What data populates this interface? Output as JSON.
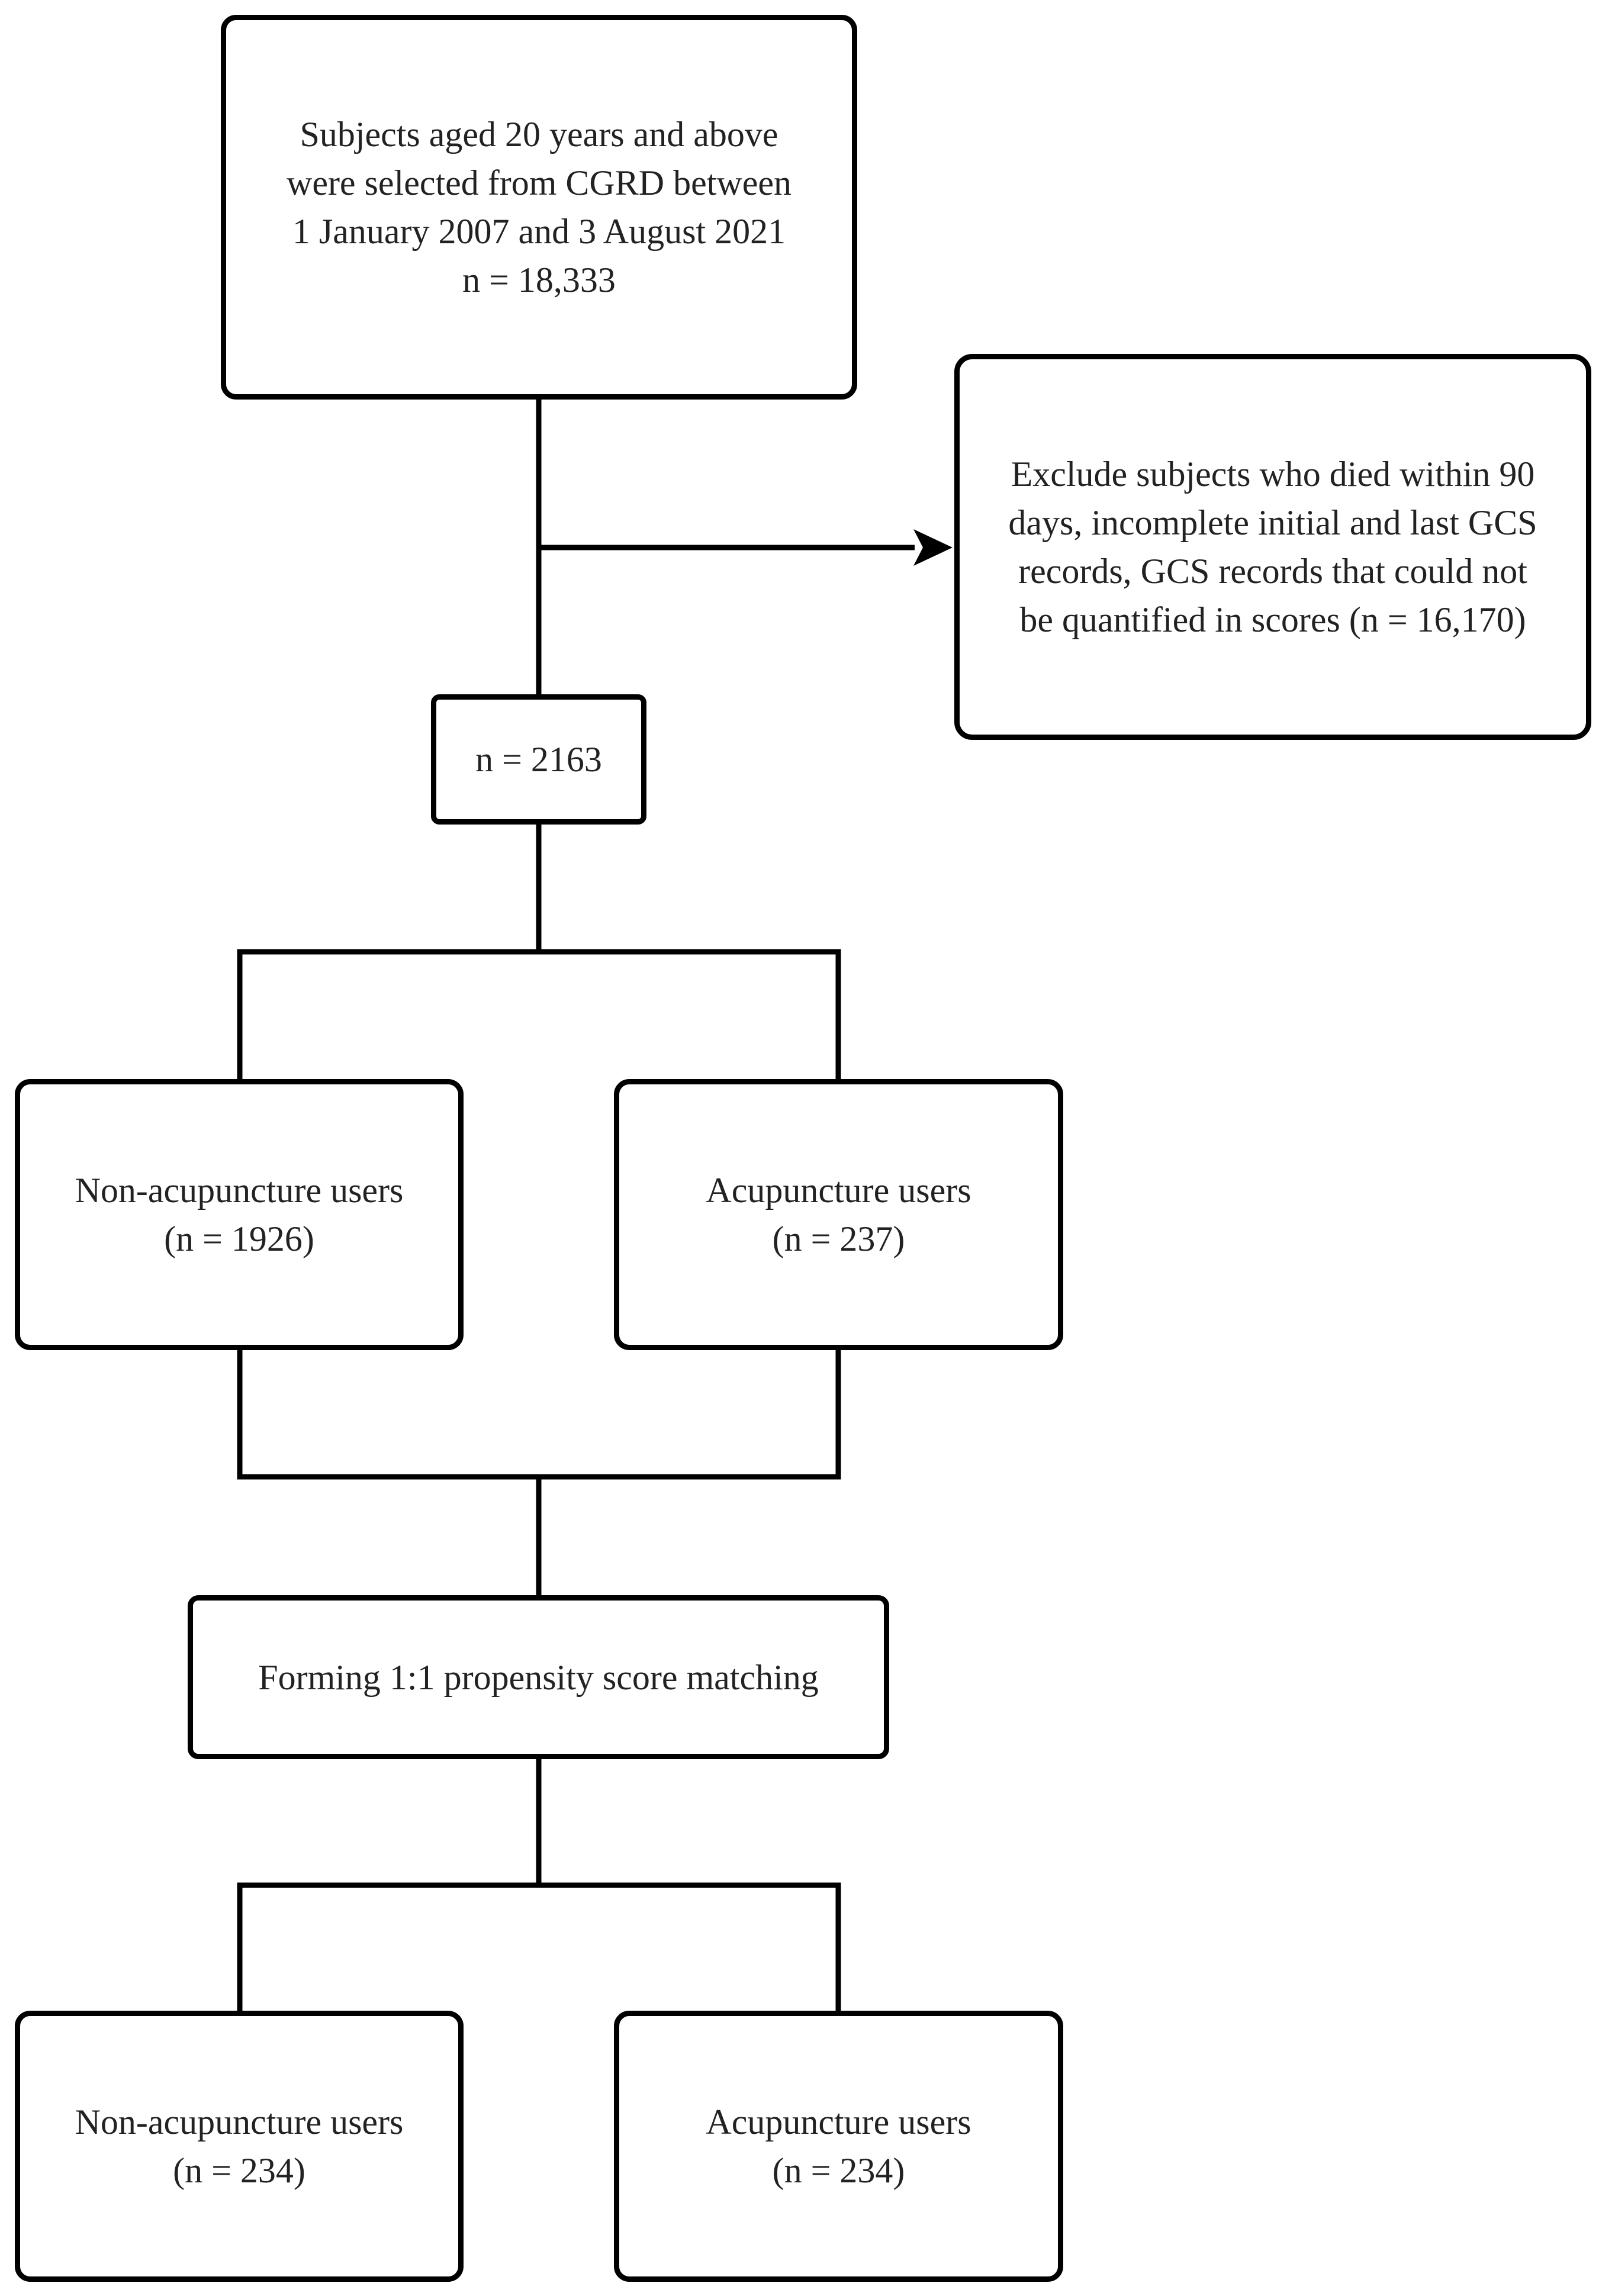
{
  "start": {
    "lines": [
      "Subjects aged 20 years and above",
      "were selected from CGRD between",
      "1 January 2007 and 3 August 2021",
      "n = 18,333"
    ]
  },
  "exclusion": {
    "lines": [
      "Exclude subjects who died within 90",
      "days, incomplete initial and last GCS",
      "records, GCS records that could not",
      "be quantified in scores (n = 16,170)"
    ]
  },
  "remaining": {
    "label": "n = 2163"
  },
  "before_matching": {
    "non_acupuncture": {
      "label": "Non-acupuncture users",
      "count": "(n = 1926)"
    },
    "acupuncture": {
      "label": "Acupuncture users",
      "count": "(n = 237)"
    }
  },
  "matching": {
    "label": "Forming 1:1 propensity score matching"
  },
  "after_matching": {
    "non_acupuncture": {
      "label": "Non-acupuncture users",
      "count": "(n = 234)"
    },
    "acupuncture": {
      "label": "Acupuncture users",
      "count": "(n = 234)"
    }
  },
  "colors": {
    "stroke": "#000000",
    "text": "#222222",
    "background": "#ffffff"
  }
}
